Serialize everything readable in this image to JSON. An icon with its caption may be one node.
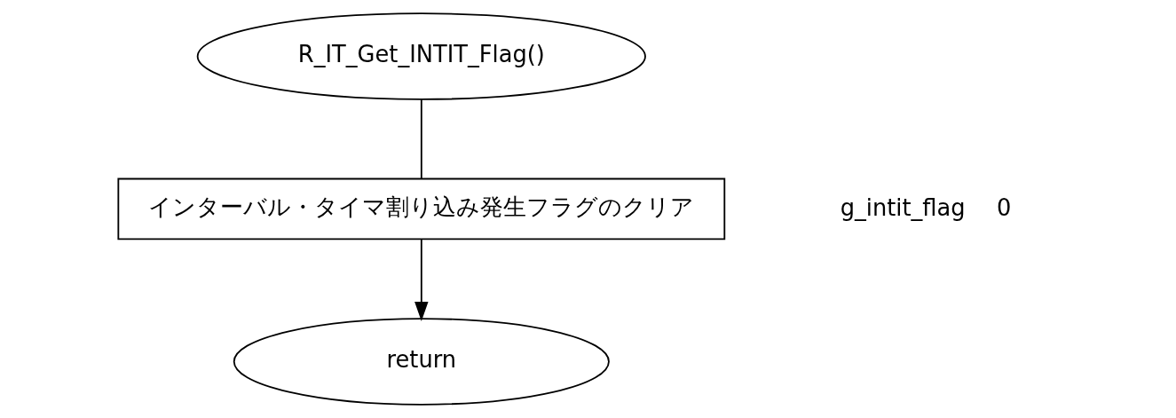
{
  "diagram": {
    "nodes": [
      {
        "text": [
          "R_IT_Get_INTIT_Flag()"
        ]
      },
      {
        "text": [
          "インターバル・タイマ割り込み発生フラグのクリア"
        ],
        "beside": [
          "g_intit_flag",
          "0"
        ]
      },
      {
        "text": [
          "return"
        ]
      }
    ],
    "edges": [
      {
        "from": 0,
        "to": 1,
        "arrow": "none"
      },
      {
        "from": 1,
        "to": 2,
        "arrow": "to"
      }
    ]
  }
}
